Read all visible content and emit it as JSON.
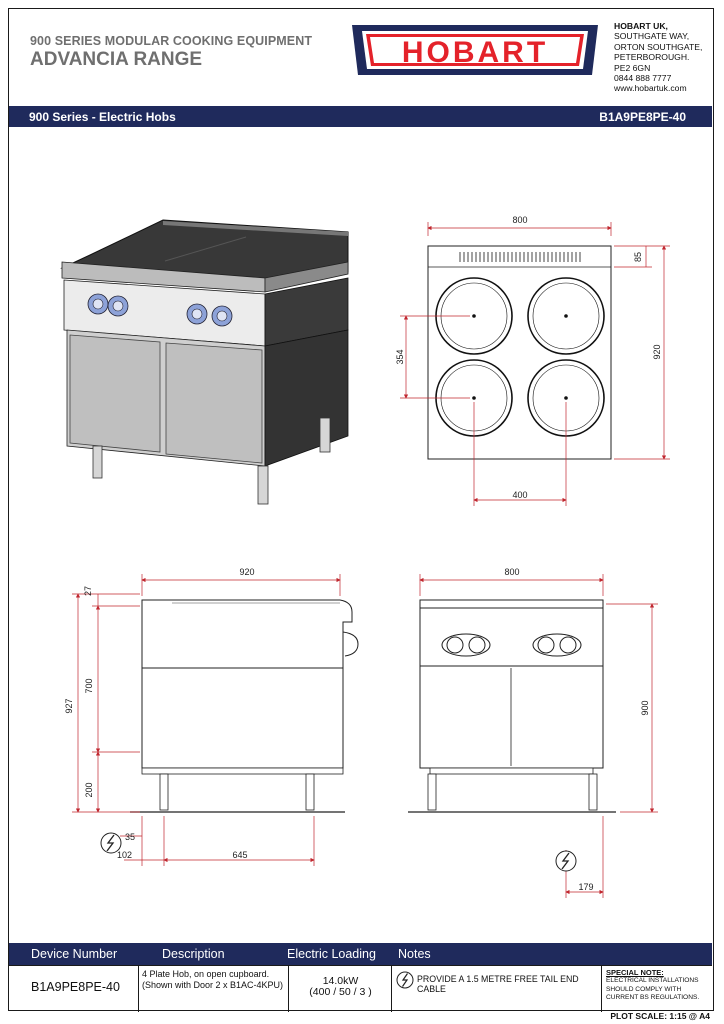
{
  "header": {
    "subtitle": "900 SERIES MODULAR COOKING EQUIPMENT",
    "title": "ADVANCIA RANGE",
    "logo_text": "HOBART",
    "address_lines": [
      "HOBART UK,",
      "SOUTHGATE WAY,",
      "ORTON SOUTHGATE,",
      "PETERBOROUGH.",
      "PE2 6GN",
      "0844 888 7777",
      "www.hobartuk.com"
    ],
    "logo_color": "#e4222a",
    "brand_navy": "#1f2a5c"
  },
  "title_bar": {
    "product_line": "900 Series - Electric Hobs",
    "model_code": "B1A9PE8PE-40"
  },
  "drawings": {
    "plan_view": {
      "width": "800",
      "depth": "920",
      "rear_strip": "85",
      "plate_spacing_y": "354",
      "plate_spacing_x": "400"
    },
    "side_view": {
      "depth": "920",
      "top_offset": "27",
      "overall_height": "927",
      "body_height": "700",
      "leg_height": "200",
      "rear_offset": "35",
      "leg_front": "102",
      "leg_spacing": "645"
    },
    "front_view": {
      "width": "800",
      "height": "900",
      "connection_offset": "179"
    },
    "icons": [
      "electric-supply-icon"
    ]
  },
  "footer": {
    "headers": {
      "device": "Device Number",
      "description": "Description",
      "loading": "Electric Loading",
      "notes": "Notes"
    },
    "device_number": "B1A9PE8PE-40",
    "description": "4 Plate Hob, on open cupboard. (Shown with Door 2 x B1AC-4KPU)",
    "loading_power": "14.0kW",
    "loading_supply": "(400 / 50 / 3 )",
    "note": "PROVIDE A 1.5 METRE FREE TAIL END CABLE",
    "special_note_title": "SPECIAL NOTE:",
    "special_note_text": "ELECTRICAL INSTALLATIONS SHOULD COMPLY WITH CURRENT BS REGULATIONS.",
    "plot_scale": "PLOT SCALE:  1:15 @ A4"
  }
}
